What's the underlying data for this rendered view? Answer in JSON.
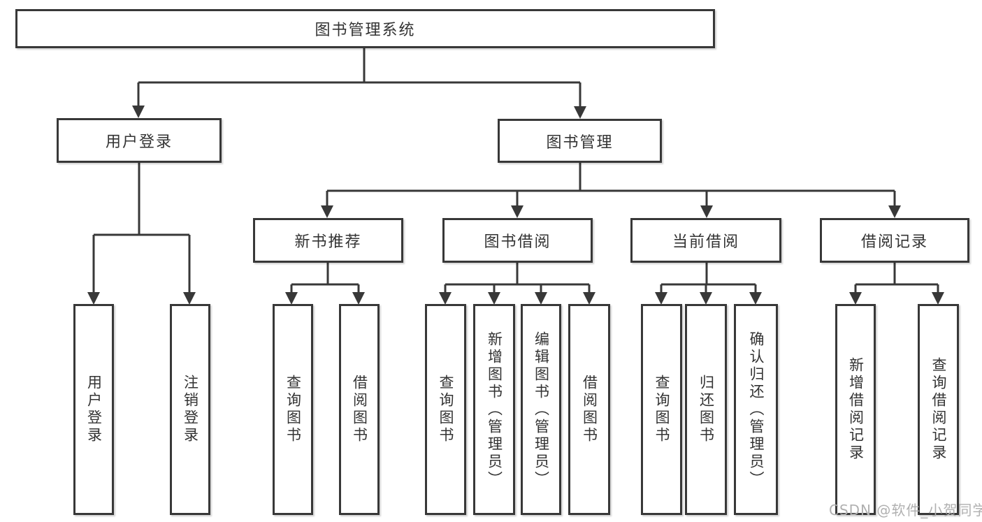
{
  "diagram": {
    "title": "图书管理系统",
    "nodes": {
      "root": {
        "label": "图书管理系统"
      },
      "user_login": {
        "label": "用户登录",
        "children": [
          "用户登录",
          "注销登录"
        ]
      },
      "book_mgmt": {
        "label": "图书管理"
      },
      "new_book_rec": {
        "label": "新书推荐",
        "children": [
          "查询图书",
          "借阅图书"
        ]
      },
      "book_borrow": {
        "label": "图书借阅",
        "children": [
          "查询图书",
          "新增图书（管理员）",
          "编辑图书（管理员）",
          "借阅图书"
        ]
      },
      "current_borrow": {
        "label": "当前借阅",
        "children": [
          "查询图书",
          "归还图书",
          "确认归还（管理员）"
        ]
      },
      "borrow_records": {
        "label": "借阅记录",
        "children": [
          "新增借阅记录",
          "查询借阅记录"
        ]
      }
    }
  },
  "watermark": {
    "text": "CSDN @软件_小贺同学"
  },
  "colors": {
    "line": "#383838",
    "border": "#383838",
    "text": "#333333",
    "watermark": "#b0b0b0",
    "background": "#ffffff"
  }
}
